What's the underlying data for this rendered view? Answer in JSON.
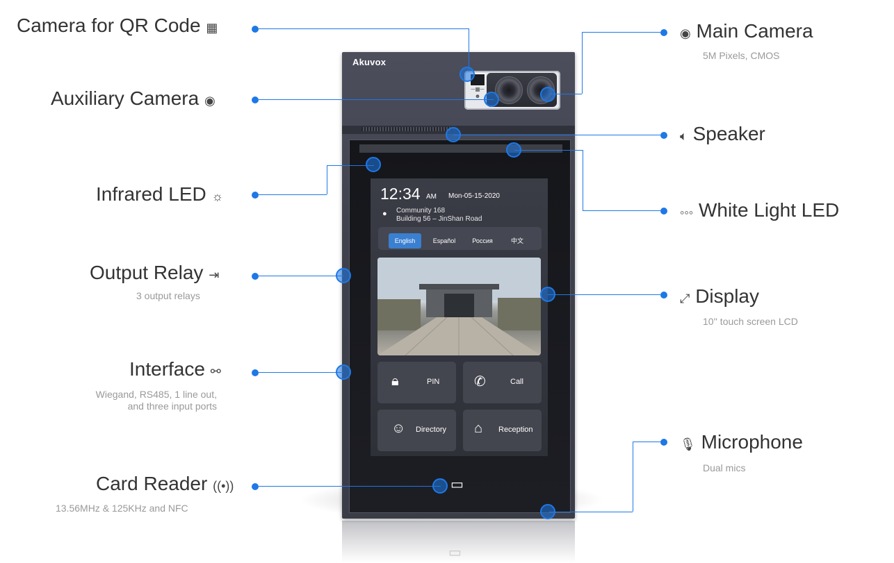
{
  "device": {
    "brand": "Akuvox",
    "screen": {
      "time": "12:34",
      "ampm": "AM",
      "date": "Mon-05-15-2020",
      "location_line1": "Community 168",
      "location_line2": "Building 56 – JinShan Road",
      "languages": [
        "English",
        "Español",
        "Россия",
        "中文"
      ],
      "active_language": "English",
      "tiles": [
        {
          "label": "PIN",
          "icon": "lock-icon"
        },
        {
          "label": "Call",
          "icon": "phone-icon"
        },
        {
          "label": "Directory",
          "icon": "person-icon"
        },
        {
          "label": "Reception",
          "icon": "home-person-icon"
        }
      ]
    }
  },
  "callouts": {
    "qr_camera": {
      "title": "Camera for QR Code",
      "icon": "qr-icon"
    },
    "aux_camera": {
      "title": "Auxiliary Camera",
      "icon": "camera-icon"
    },
    "infrared_led": {
      "title": "Infrared LED",
      "icon": "alarm-light-icon"
    },
    "output_relay": {
      "title": "Output Relay",
      "subtitle": "3 output relays",
      "icon": "relay-icon"
    },
    "interface": {
      "title": "Interface",
      "subtitle_line1": "Wiegand, RS485, 1 line out,",
      "subtitle_line2": "and three input ports",
      "icon": "network-icon"
    },
    "card_reader": {
      "title": "Card Reader",
      "subtitle": "13.56MHz & 125KHz and NFC",
      "icon": "nfc-icon"
    },
    "main_camera": {
      "title": "Main Camera",
      "subtitle": "5M Pixels, CMOS",
      "icon": "camera-icon"
    },
    "speaker": {
      "title": "Speaker",
      "icon": "speaker-icon"
    },
    "white_led": {
      "title": "White Light LED",
      "icon": "led-strip-icon"
    },
    "display": {
      "title": "Display",
      "subtitle": "10'' touch screen LCD",
      "icon": "expand-icon"
    },
    "microphone": {
      "title": "Microphone",
      "subtitle": "Dual mics",
      "icon": "mic-icon"
    }
  },
  "colors": {
    "accent": "#1e78e6",
    "device": "#3f414d",
    "screen": "#2f3139",
    "active_tab": "#3a7fd0"
  }
}
